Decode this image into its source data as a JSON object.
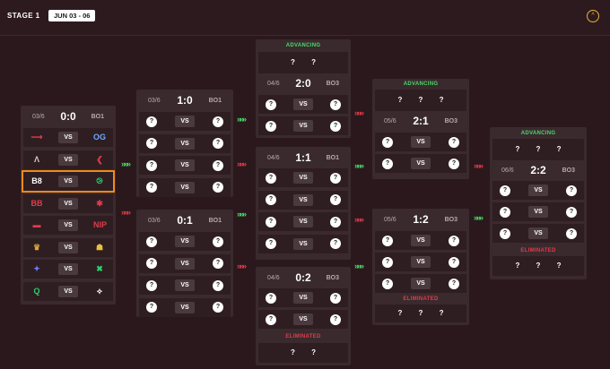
{
  "header": {
    "stage": "STAGE 1",
    "dates": "JUN 03 - 06",
    "collapse": "^"
  },
  "common": {
    "vs": "VS",
    "q": "?",
    "q2": "?  ?",
    "q3": "?  ?  ?",
    "advancing": "ADVANCING",
    "eliminated": "ELIMINATED"
  },
  "col0": {
    "date": "03/6",
    "score": "0:0",
    "bo": "BO1",
    "teams": [
      {
        "left": "unit-team-logo",
        "right": "blue-team-logo"
      },
      {
        "left": "wing-team-logo",
        "right": "red-team-logo"
      },
      {
        "left": "b8-logo",
        "right": "green-team-logo"
      },
      {
        "left": "bb-logo",
        "right": "redstar-logo"
      },
      {
        "left": "pink-team-logo",
        "right": "navi-logo"
      },
      {
        "left": "gold-team-logo",
        "right": "yellow-team-logo"
      },
      {
        "left": "mascot-team-logo",
        "right": "green2-team-logo"
      },
      {
        "left": "q-logo",
        "right": "white-team-logo"
      }
    ],
    "glyphs": [
      "⟶",
      "OG",
      "Ʌ",
      "❮",
      "B8",
      "⧁",
      "BB",
      "✱",
      "▬",
      "NIP",
      "♛",
      "☗",
      "✦",
      "✖",
      "Q",
      "⟡"
    ]
  },
  "col1a": {
    "date": "03/6",
    "score": "1:0",
    "bo": "BO1"
  },
  "col1b": {
    "date": "03/6",
    "score": "0:1",
    "bo": "BO1"
  },
  "col2a": {
    "date": "04/6",
    "score": "2:0",
    "bo": "BO3"
  },
  "col2b": {
    "date": "04/6",
    "score": "1:1",
    "bo": "BO1"
  },
  "col2c": {
    "date": "04/6",
    "score": "0:2",
    "bo": "BO3"
  },
  "col3a": {
    "date": "05/6",
    "score": "2:1",
    "bo": "BO3"
  },
  "col3b": {
    "date": "05/6",
    "score": "1:2",
    "bo": "BO3"
  },
  "col4": {
    "date": "06/6",
    "score": "2:2",
    "bo": "BO3"
  },
  "arrows": "»»»"
}
